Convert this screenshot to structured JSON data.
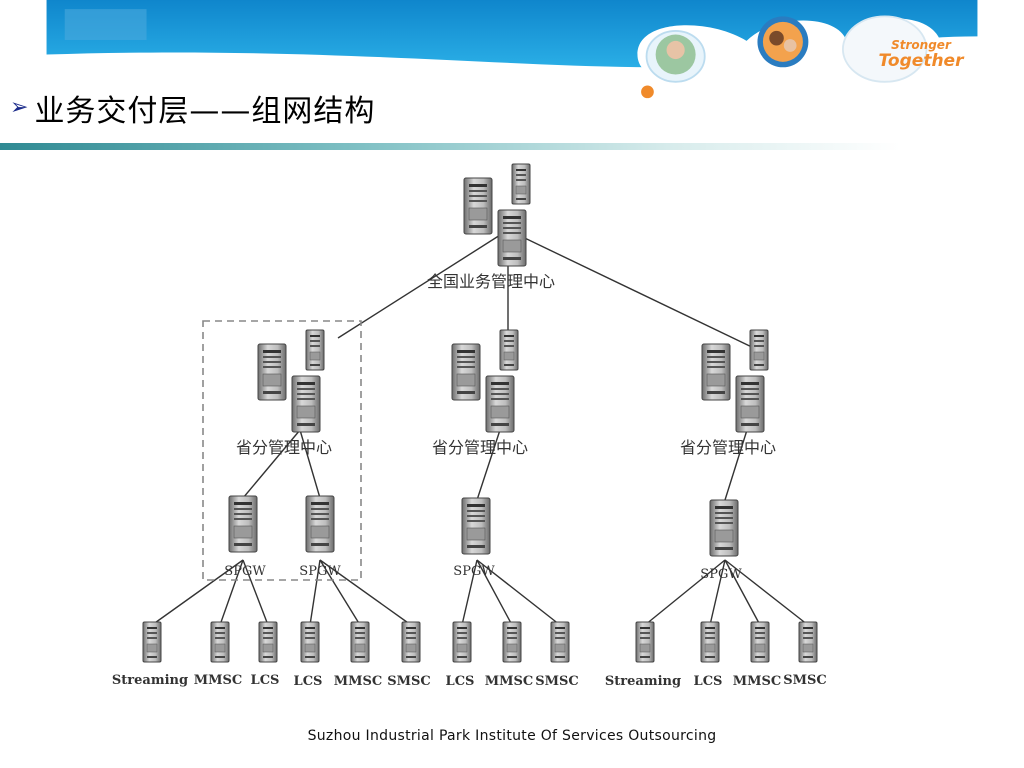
{
  "slide": {
    "title_bullet": "➢",
    "title": "业务交付层——组网结构",
    "slogan_line1": "Stronger",
    "slogan_line2": "Together",
    "footer": "Suzhou Industrial Park Institute Of Services Outsourcing"
  },
  "colors": {
    "header_blue": "#1d9ad6",
    "header_light": "#cfe6f3",
    "accent_orange": "#f08a2a",
    "rule_teal": "#2f8a93",
    "line": "#333333",
    "dashed_box": "#888888"
  },
  "diagram": {
    "national_center": "全国业务管理中心",
    "provincial_centers": [
      "省分管理中心",
      "省分管理中心",
      "省分管理中心"
    ],
    "gateways": [
      "SPGW",
      "SPGW",
      "SPGW",
      "SPGW"
    ],
    "services": [
      "Streaming",
      "MMSC",
      "LCS",
      "LCS",
      "MMSC",
      "SMSC",
      "LCS",
      "MMSC",
      "SMSC",
      "Streaming",
      "LCS",
      "MMSC",
      "SMSC"
    ]
  }
}
